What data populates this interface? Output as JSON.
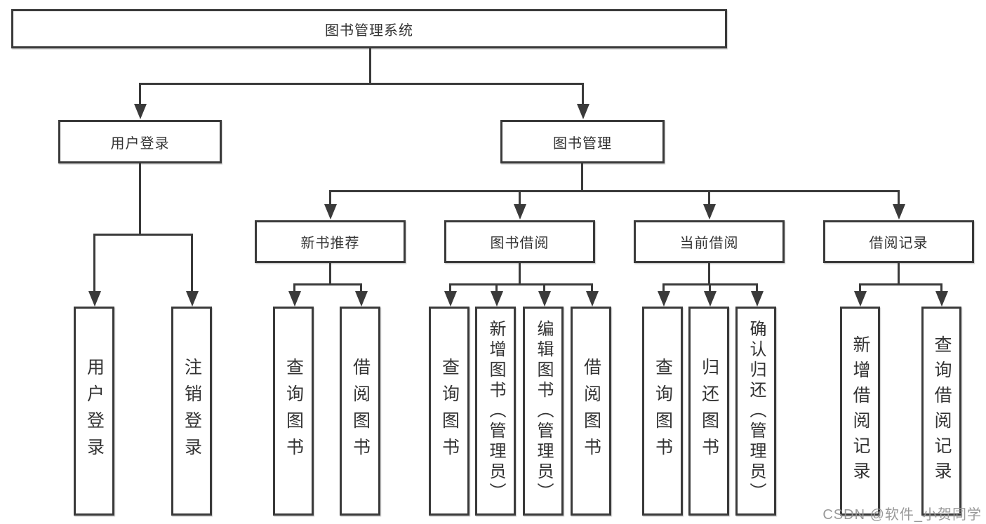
{
  "colors": {
    "line": "#3a3a3a",
    "text": "#333333",
    "background": "#ffffff",
    "watermark": "#949494"
  },
  "tree": {
    "root": {
      "label": "图书管理系统"
    },
    "level2": [
      {
        "id": "user-login",
        "label": "用户登录"
      },
      {
        "id": "book-management",
        "label": "图书管理"
      }
    ],
    "level3": [
      {
        "id": "new-book-recommend",
        "label": "新书推荐"
      },
      {
        "id": "book-borrow",
        "label": "图书借阅"
      },
      {
        "id": "current-borrow",
        "label": "当前借阅"
      },
      {
        "id": "borrow-records",
        "label": "借阅记录"
      }
    ],
    "leaves": {
      "user_login": [
        {
          "label": "用户登录"
        },
        {
          "label": "注销登录"
        }
      ],
      "new_book_recommend": [
        {
          "label": "查询图书"
        },
        {
          "label": "借阅图书"
        }
      ],
      "book_borrow": [
        {
          "label": "查询图书"
        },
        {
          "label": "新增图书（管理员）"
        },
        {
          "label": "编辑图书（管理员）"
        },
        {
          "label": "借阅图书"
        }
      ],
      "current_borrow": [
        {
          "label": "查询图书"
        },
        {
          "label": "归还图书"
        },
        {
          "label": "确认归还（管理员）"
        }
      ],
      "borrow_records": [
        {
          "label": "新增借阅记录"
        },
        {
          "label": "查询借阅记录"
        }
      ]
    }
  },
  "watermark": {
    "text": "CSDN @软件_小贺同学"
  }
}
